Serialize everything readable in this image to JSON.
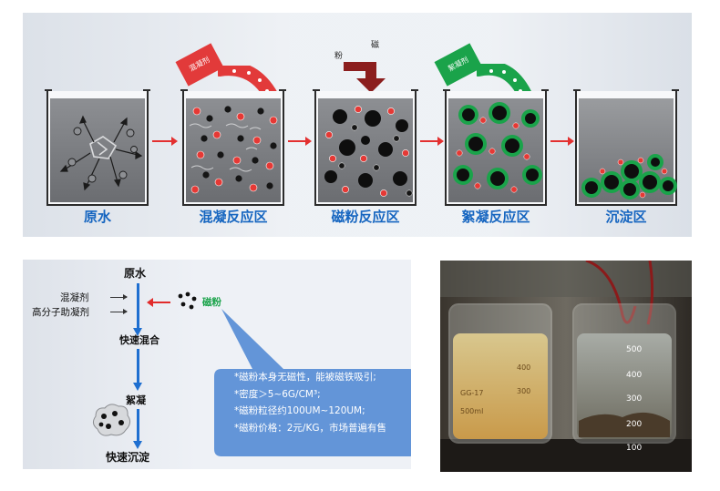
{
  "process": {
    "stages": [
      {
        "label": "原水"
      },
      {
        "label": "混凝反应区"
      },
      {
        "label": "磁粉反应区"
      },
      {
        "label": "絮凝反应区"
      },
      {
        "label": "沉淀区"
      }
    ],
    "coagulant_bag_label": "混凝剂",
    "flocculant_bag_label": "絮凝剂",
    "magnetic_powder_label_1": "粉",
    "magnetic_powder_label_2": "磁"
  },
  "schematic": {
    "raw_water": "原水",
    "coagulant": "混凝剂",
    "polymer_aid": "高分子助凝剂",
    "fast_mixing": "快速混合",
    "magnetic_powder": "磁粉",
    "flocculation": "絮凝",
    "fast_settling": "快速沉淀",
    "facts": [
      "*磁粉本身无磁性，能被磁铁吸引;",
      "*密度＞5~6G/CM³;",
      "*磁粉粒径约100UM~120UM;",
      "*磁粉价格：2元/KG，市场普遍有售"
    ]
  },
  "photo": {
    "left_beaker": {
      "labels": [
        "400",
        "300",
        "500ml",
        "GG-17"
      ]
    },
    "right_beaker": {
      "labels": [
        "500",
        "400",
        "300",
        "200",
        "100"
      ]
    }
  },
  "colors": {
    "accent_blue": "#1565c0",
    "arrow_red": "#e33030",
    "bubble_blue": "#5b8fd6",
    "magnetic_green": "#1aa34a"
  }
}
